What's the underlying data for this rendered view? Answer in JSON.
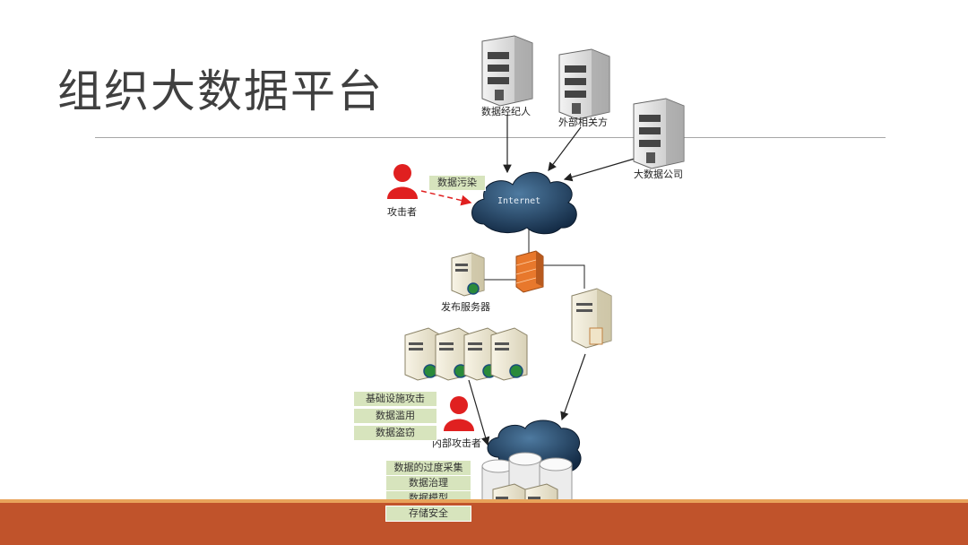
{
  "slide": {
    "title": "组织大数据平台"
  },
  "nodes": {
    "data_broker": "数据经纪人",
    "external_party": "外部相关方",
    "big_data_company": "大数据公司",
    "attacker": "攻击者",
    "internet": "Internet",
    "publish_server": "发布服务器",
    "insider": "内部攻击者"
  },
  "threats": {
    "pollution": "数据污染",
    "left_list": [
      "基础设施攻击",
      "数据滥用",
      "数据盗窃"
    ],
    "bottom_list": [
      "数据的过度采集",
      "数据治理",
      "数据模型",
      "存储安全"
    ]
  },
  "colors": {
    "tag_bg": "#d7e4bd",
    "band": "#c0532b",
    "attacker": "#e02020",
    "cloud": "#1f3b5c"
  }
}
